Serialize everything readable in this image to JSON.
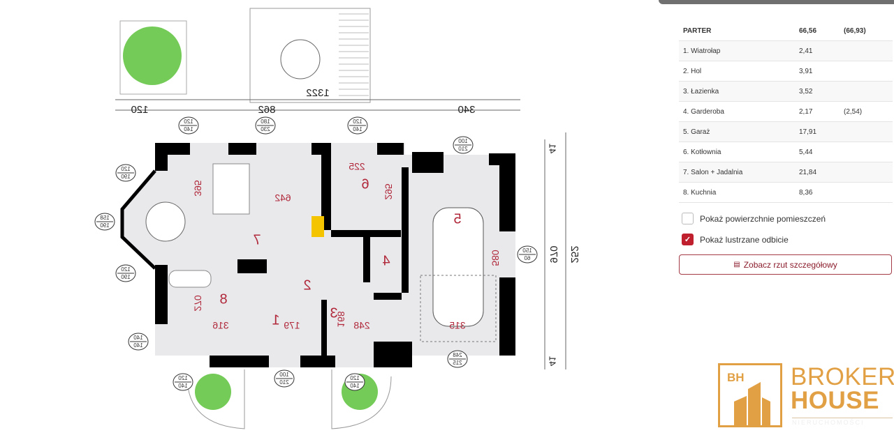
{
  "plan": {
    "mirrored": true,
    "room_numbers": [
      "1",
      "2",
      "3",
      "4",
      "5",
      "6",
      "7",
      "8"
    ],
    "overall_dims": {
      "top_total": "1322",
      "left": "120",
      "middle": "862",
      "right": "340",
      "height": "970",
      "height_total": "252",
      "offset_top": "41",
      "offset_bottom": "41"
    },
    "room_dims": {
      "salon_width": "642",
      "salon_depth": "395",
      "kotlownia_width": "225",
      "kotlownia_depth": "295",
      "garaz_depth": "580",
      "garaz_width": "315",
      "kuchnia_depth": "270",
      "kuchnia_width": "316",
      "wiatrolap_width": "179",
      "lazienka_depth": "168",
      "lazienka_width": "248"
    },
    "openings": [
      {
        "top": "120",
        "bottom": "140"
      },
      {
        "top": "180",
        "bottom": "230"
      },
      {
        "top": "120",
        "bottom": "140"
      },
      {
        "top": "100",
        "bottom": "210"
      },
      {
        "top": "120",
        "bottom": "190"
      },
      {
        "top": "158",
        "bottom": "190"
      },
      {
        "top": "120",
        "bottom": "190"
      },
      {
        "top": "150",
        "bottom": "60"
      },
      {
        "top": "140",
        "bottom": "140"
      },
      {
        "top": "248",
        "bottom": "215"
      },
      {
        "top": "100",
        "bottom": "210"
      },
      {
        "top": "120",
        "bottom": "140"
      },
      {
        "top": "120",
        "bottom": "140"
      }
    ],
    "colors": {
      "wall": "#000000",
      "floor": "#e9e9ec",
      "dimension": "#b0283a",
      "greenery": "#5cc23a",
      "fireplace": "#f5c400"
    }
  },
  "panel": {
    "header": {
      "name": "PARTER",
      "area": "66,56",
      "area_alt": "(66,93)"
    },
    "rooms": [
      {
        "name": "1. Wiatrołap",
        "area": "2,41",
        "area_alt": ""
      },
      {
        "name": "2. Hol",
        "area": "3,91",
        "area_alt": ""
      },
      {
        "name": "3. Łazienka",
        "area": "3,52",
        "area_alt": ""
      },
      {
        "name": "4. Garderoba",
        "area": "2,17",
        "area_alt": "(2,54)"
      },
      {
        "name": "5. Garaż",
        "area": "17,91",
        "area_alt": ""
      },
      {
        "name": "6. Kotłownia",
        "area": "5,44",
        "area_alt": ""
      },
      {
        "name": "7. Salon + Jadalnia",
        "area": "21,84",
        "area_alt": ""
      },
      {
        "name": "8. Kuchnia",
        "area": "8,36",
        "area_alt": ""
      }
    ],
    "options": [
      {
        "label": "Pokaż powierzchnie pomieszczeń",
        "checked": false
      },
      {
        "label": "Pokaż lustrzane odbicie",
        "checked": true
      }
    ],
    "detail_button": {
      "label": "Zobacz rzut szczegółowy",
      "icon": "floorplan-icon"
    },
    "accent": "#c0202e"
  },
  "logo": {
    "mark": "BH",
    "line1": "BROKER",
    "line2": "HOUSE",
    "line3": "NIERUCHOMOŚCI",
    "color": "#e2a045"
  }
}
